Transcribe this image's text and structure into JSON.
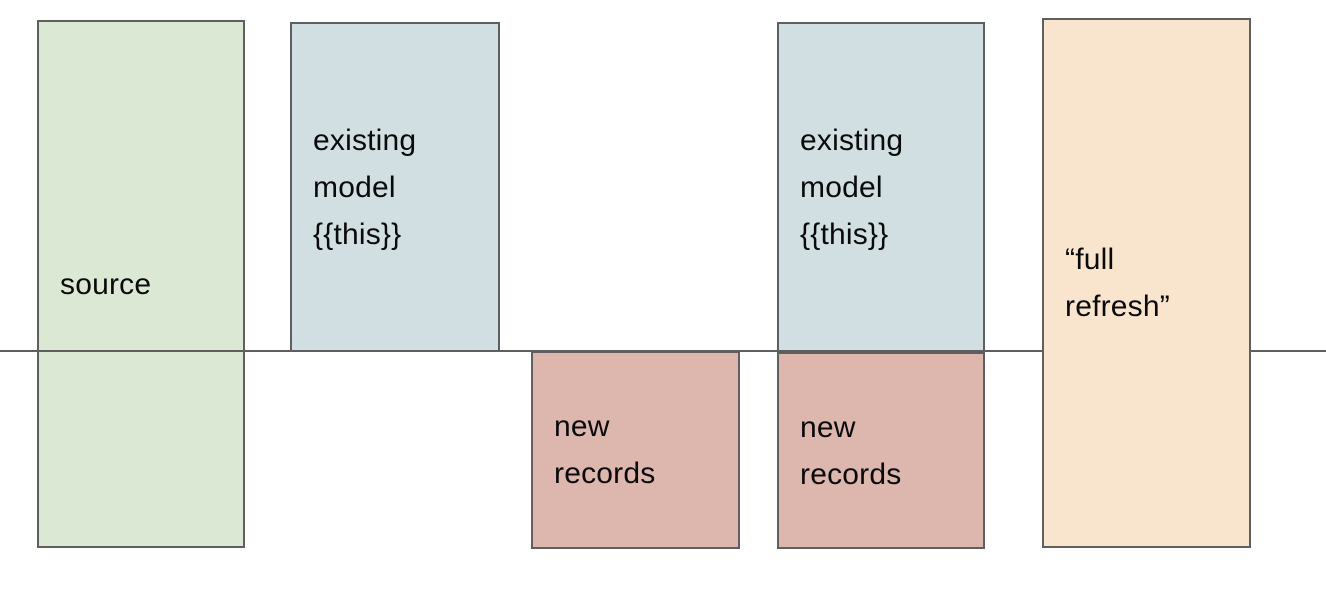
{
  "colors": {
    "background": "#ffffff",
    "border": "#5f5f5f",
    "text": "#0a0a0a",
    "source_fill": "#dbe8d3",
    "existing_model_fill": "#d1dfe3",
    "new_records_fill": "#ddb7ad",
    "full_refresh_fill": "#f9e5ce"
  },
  "diagram": {
    "divider_line": {
      "orientation": "horizontal",
      "color": "#5f5f5f"
    },
    "boxes": [
      {
        "id": "source",
        "label": "source",
        "fill": "#dbe8d3",
        "position": "spans divider, left"
      },
      {
        "id": "existing-model-1",
        "label": "existing\nmodel\n{{this}}",
        "fill": "#d1dfe3",
        "position": "above divider"
      },
      {
        "id": "new-records-1",
        "label": "new\nrecords",
        "fill": "#ddb7ad",
        "position": "below divider"
      },
      {
        "id": "existing-model-2",
        "label": "existing\nmodel\n{{this}}",
        "fill": "#d1dfe3",
        "position": "above divider, stacked with new records"
      },
      {
        "id": "new-records-2",
        "label": "new\nrecords",
        "fill": "#ddb7ad",
        "position": "below divider, stacked with existing model"
      },
      {
        "id": "full-refresh",
        "label": "“full\nrefresh”",
        "fill": "#f9e5ce",
        "position": "spans divider, right"
      }
    ]
  }
}
